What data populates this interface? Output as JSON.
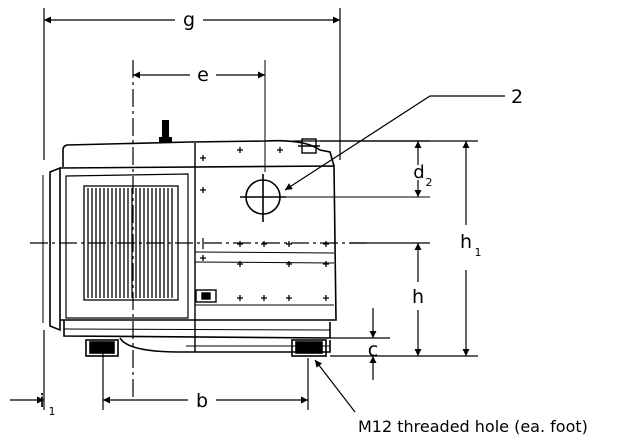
{
  "labels": {
    "g": "g",
    "e": "e",
    "callout": "2",
    "d": "d",
    "d_sub": "2",
    "h1": "h",
    "h1_sub": "1",
    "h": "h",
    "c": "c",
    "i": "i",
    "i_sub": "1",
    "b": "b",
    "thread_note": "M12 threaded hole (ea. foot)"
  },
  "colors": {
    "line": "#000000",
    "background": "#ffffff"
  }
}
